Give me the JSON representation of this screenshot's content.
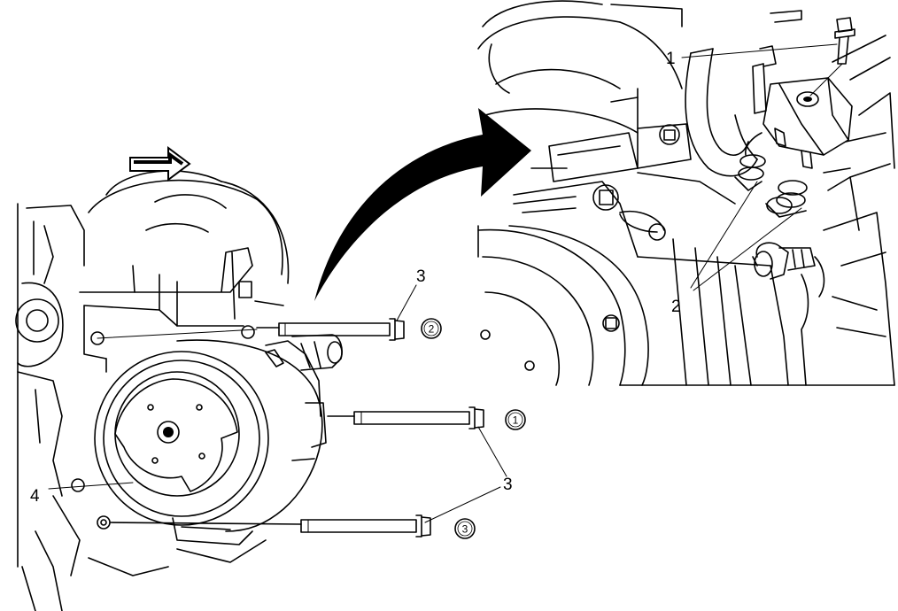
{
  "callouts": {
    "line_fitting_bolt": "1",
    "seals": "2",
    "bolt_upper": "3",
    "bolt_lower_a": "3",
    "bolt_lower_b": "3",
    "compressor": "4"
  },
  "tightening_sequence": {
    "first": "1",
    "second": "2",
    "third": "3"
  },
  "icons": [
    "front-direction-arrow-icon",
    "detail-view-arrow-icon"
  ]
}
